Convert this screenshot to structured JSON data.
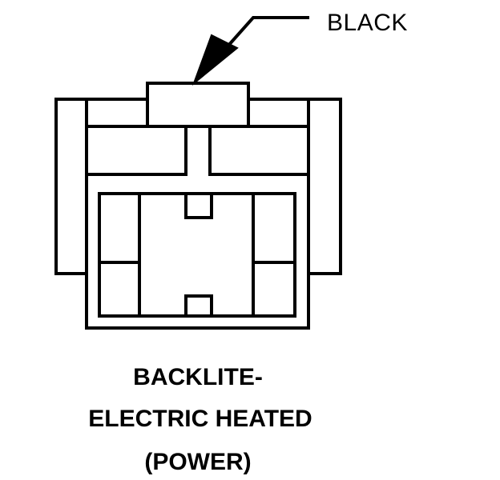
{
  "callout": {
    "label": "BLACK"
  },
  "caption": {
    "line1": "BACKLITE-",
    "line2": "ELECTRIC HEATED",
    "line3": "(POWER)"
  },
  "colors": {
    "line": "#000000",
    "background": "#ffffff"
  }
}
